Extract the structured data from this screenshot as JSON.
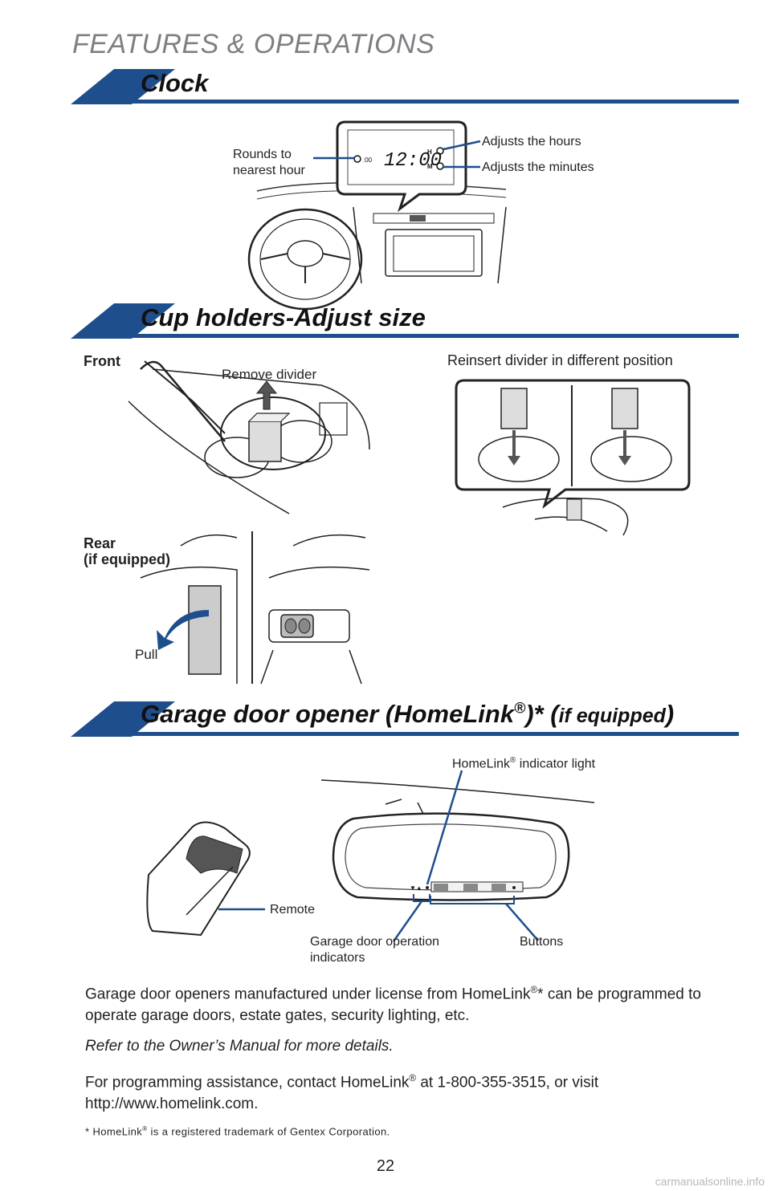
{
  "header": {
    "section": "FEATURES & OPERATIONS"
  },
  "clock": {
    "title": "Clock",
    "display": "12:00",
    "labels": {
      "rounds": "Rounds to\nnearest hour",
      "hours": "Adjusts the hours",
      "minutes": "Adjusts the minutes"
    }
  },
  "cupholders": {
    "title": "Cup holders-Adjust size",
    "front": "Front",
    "remove": "Remove divider",
    "reinsert": "Reinsert divider in different position",
    "rear": "Rear\n(if equipped)",
    "pull": "Pull"
  },
  "garage": {
    "title_main": "Garage door opener (HomeLink",
    "title_reg": "®",
    "title_star": ")* (",
    "title_ifequipped": "if equipped",
    "title_close": ")",
    "indicator_label": "HomeLink",
    "indicator_reg": "®",
    "indicator_rest": " indicator light",
    "remote": "Remote",
    "door_indicators": "Garage door operation\nindicators",
    "buttons": "Buttons",
    "para1_a": "Garage door openers manufactured under license from HomeLink",
    "para1_reg": "®",
    "para1_b": "* can be programmed to operate garage doors, estate gates, security lighting, etc.",
    "para2": "Refer to the Owner’s Manual for more details.",
    "para3_a": "For programming assistance, contact HomeLink",
    "para3_reg": "®",
    "para3_b": " at 1-800-355-3515, or visit http://www.homelink.com.",
    "footnote_a": "* HomeLink",
    "footnote_reg": "®",
    "footnote_b": " is a registered trademark of Gentex Corporation."
  },
  "page_number": "22",
  "watermark": "carmanualsonline.info",
  "colors": {
    "accent": "#1f4e8c",
    "rule": "#1f4e8c",
    "header_gray": "#7d7f82"
  }
}
